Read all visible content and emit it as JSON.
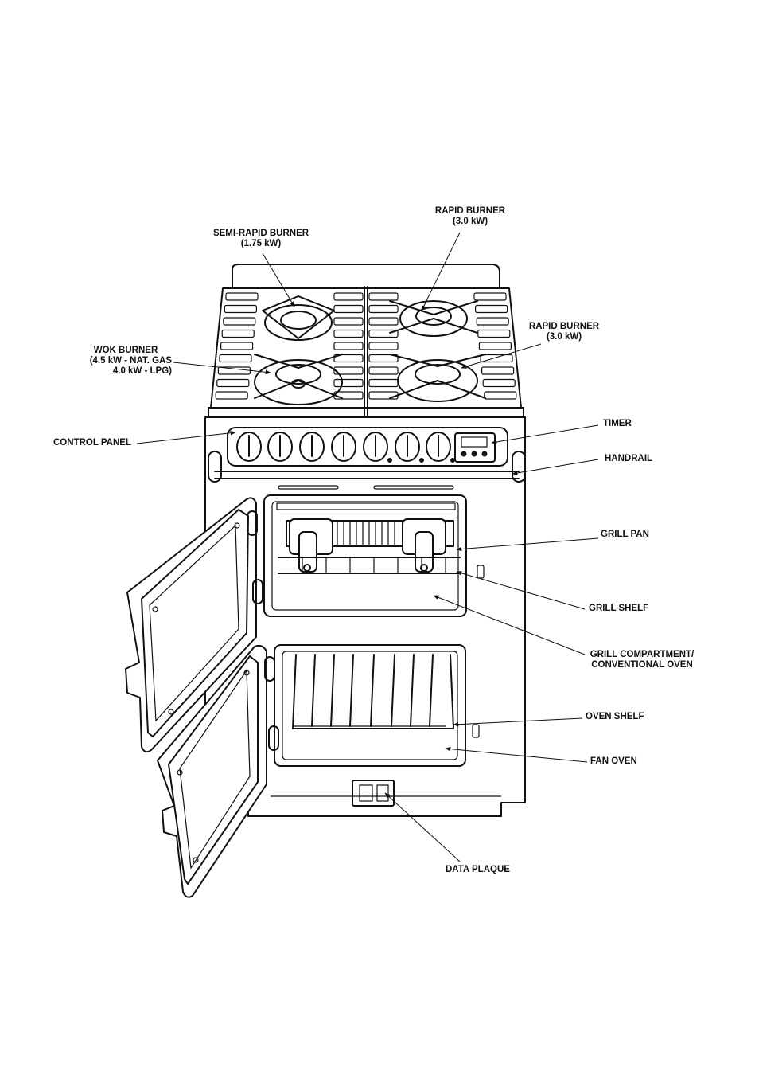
{
  "labels": {
    "rapid_burner_top": {
      "name": "RAPID BURNER",
      "rating": "(3.0 kW)"
    },
    "semi_rapid_burner": {
      "name": "SEMI-RAPID BURNER",
      "rating": "(1.75 kW)"
    },
    "rapid_burner_right": {
      "name": "RAPID BURNER",
      "rating": "(3.0 kW)"
    },
    "wok_burner": {
      "name": "WOK BURNER",
      "rating_gas": "(4.5 kW - NAT. GAS",
      "rating_lpg": "4.0 kW - LPG)"
    },
    "control_panel": "CONTROL PANEL",
    "timer": "TIMER",
    "handrail": "HANDRAIL",
    "grill_pan": "GRILL PAN",
    "grill_shelf": "GRILL SHELF",
    "grill_compartment": {
      "line1": "GRILL COMPARTMENT/",
      "line2": "CONVENTIONAL OVEN"
    },
    "oven_shelf": "OVEN SHELF",
    "fan_oven": "FAN OVEN",
    "data_plaque": "DATA PLAQUE"
  }
}
